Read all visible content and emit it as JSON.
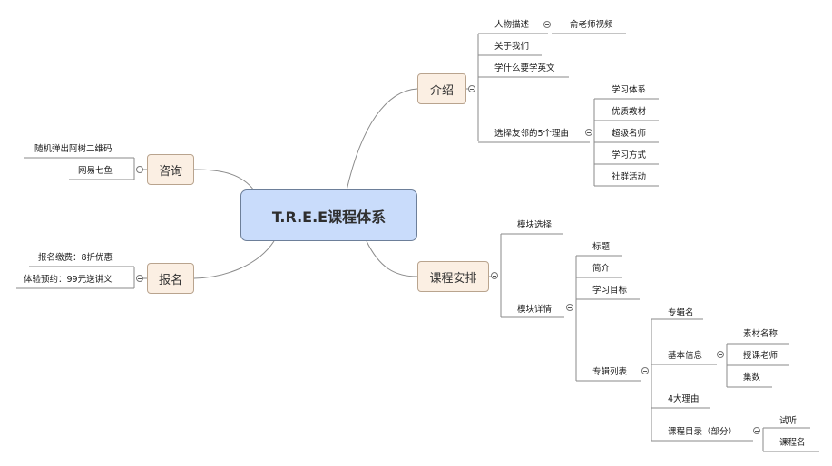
{
  "root": {
    "label": "T.R.E.E课程体系"
  },
  "branches": {
    "intro": "介绍",
    "consult": "咨询",
    "signup": "报名",
    "arrange": "课程安排"
  },
  "intro_items": {
    "person": "人物描述",
    "person_child": "俞老师视频",
    "about": "关于我们",
    "why": "学什么要学英文",
    "reasons": "选择友邻的5个理由",
    "reason_list": [
      "学习体系",
      "优质教材",
      "超级名师",
      "学习方式",
      "社群活动"
    ]
  },
  "consult_items": [
    "随机弹出阿树二维码",
    "网易七鱼"
  ],
  "signup_items": [
    "报名缴费：8折优惠",
    "体验预约：99元送讲义"
  ],
  "arrange_items": {
    "select": "模块选择",
    "detail": "模块详情",
    "detail_list": [
      "标题",
      "简介",
      "学习目标",
      "专辑列表"
    ],
    "album_list": {
      "name": "专辑名",
      "basic": "基本信息",
      "basic_list": [
        "素材名称",
        "授课老师",
        "集数"
      ],
      "reasons4": "4大理由",
      "catalog": "课程目录（部分）",
      "catalog_list": [
        "试听",
        "课程名"
      ]
    }
  },
  "colors": {
    "root_fill": "#c9dcfb",
    "branch_fill": "#fbefe3",
    "line": "#888888"
  }
}
